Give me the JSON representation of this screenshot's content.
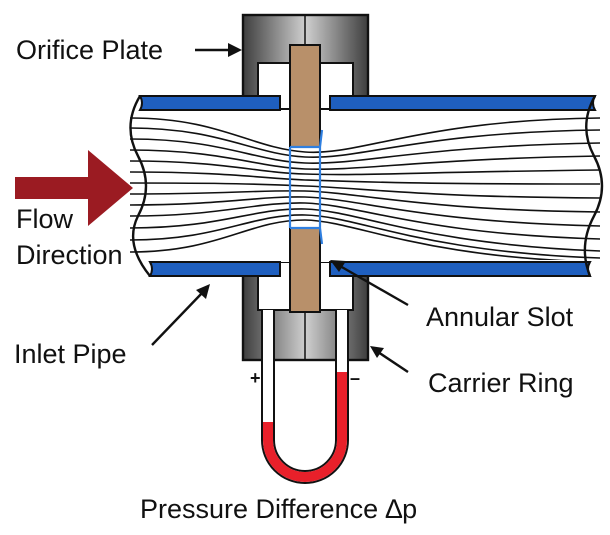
{
  "labels": {
    "orifice_plate": "Orifice Plate",
    "flow_line1": "Flow",
    "flow_line2": "Direction",
    "inlet_pipe": "Inlet Pipe",
    "annular_slot": "Annular Slot",
    "carrier_ring": "Carrier Ring",
    "pressure_difference": "Pressure Difference ∆p",
    "plus_sign": "+",
    "minus_sign": "–"
  },
  "colors": {
    "pipe_wall": "#1f5fbf",
    "orifice_plate": "#b8906a",
    "flow_arrow": "#9b1b22",
    "manometer_fluid": "#e8202a",
    "carrier_ring_dark": "#444444",
    "carrier_ring_light": "#c8c8c8",
    "orifice_bore": "#2f7fe0"
  }
}
